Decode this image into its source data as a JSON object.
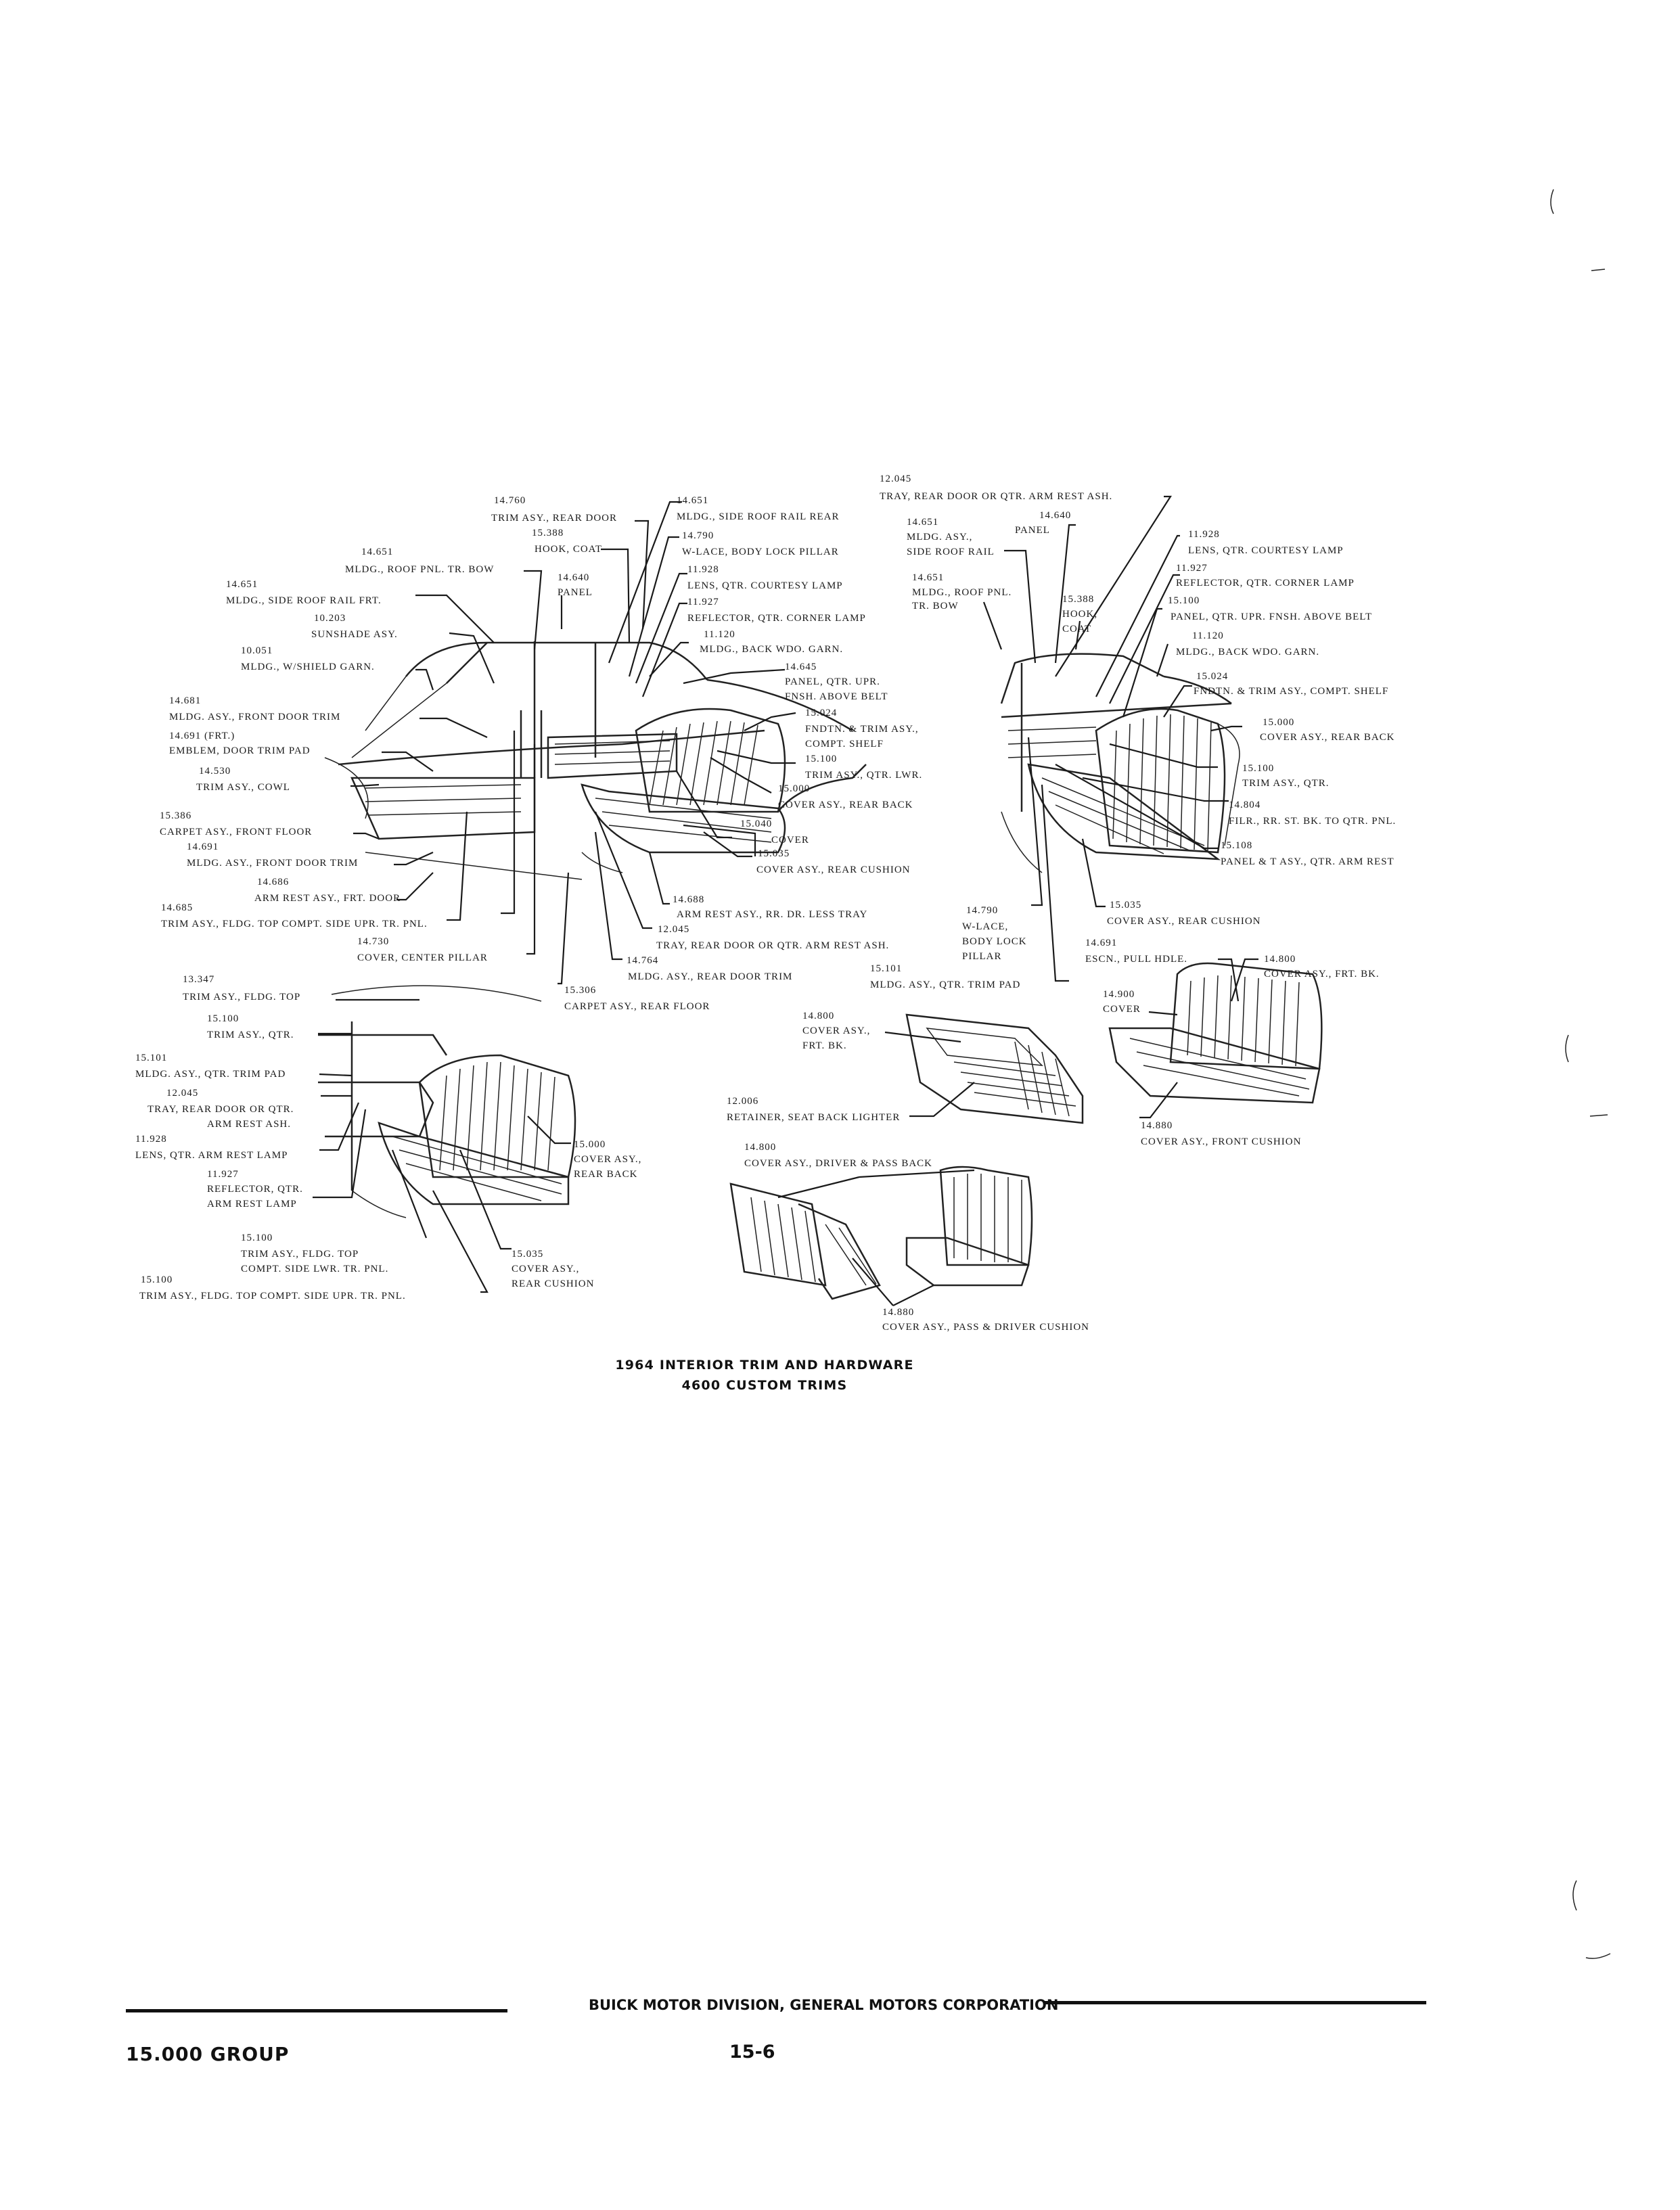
{
  "labels": {
    "p14760": [
      "14.760",
      "TRIM ASY., REAR DOOR"
    ],
    "p14651a": [
      "14.651",
      "MLDG., SIDE ROOF RAIL REAR"
    ],
    "p15388a": [
      "15.388",
      "HOOK, COAT"
    ],
    "p14790a": [
      "14.790",
      "W-LACE, BODY LOCK PILLAR"
    ],
    "p14651b": [
      "14.651",
      "MLDG., ROOF PNL. TR. BOW"
    ],
    "p14640a": [
      "14.640",
      "PANEL"
    ],
    "p11928a": [
      "11.928",
      "LENS, QTR. COURTESY LAMP"
    ],
    "p14651c": [
      "14.651",
      "MLDG., SIDE ROOF RAIL FRT."
    ],
    "p11927a": [
      "11.927",
      "REFLECTOR, QTR. CORNER LAMP"
    ],
    "p10203": [
      "10.203",
      "SUNSHADE ASY."
    ],
    "p11120a": [
      "11.120",
      "MLDG., BACK WDO. GARN."
    ],
    "p10051": [
      "10.051",
      "MLDG., W/SHIELD GARN."
    ],
    "p14645": [
      "14.645",
      "PANEL, QTR. UPR.",
      "FNSH. ABOVE BELT"
    ],
    "p14681": [
      "14.681",
      "MLDG. ASY., FRONT DOOR TRIM"
    ],
    "p15024a": [
      "15.024",
      "FNDTN. & TRIM ASY.,",
      "COMPT. SHELF"
    ],
    "p14691frt": [
      "14.691 (FRT.)",
      "EMBLEM, DOOR TRIM PAD"
    ],
    "p15100a": [
      "15.100",
      "TRIM ASY., QTR. LWR."
    ],
    "p14530": [
      "14.530",
      "TRIM ASY., COWL"
    ],
    "p15000a": [
      "15.000",
      "COVER ASY., REAR BACK"
    ],
    "p15386": [
      "15.386",
      "CARPET ASY., FRONT FLOOR"
    ],
    "p15040": [
      "15.040",
      "COVER"
    ],
    "p14691a": [
      "14.691",
      "MLDG. ASY., FRONT DOOR TRIM"
    ],
    "p15035a": [
      "15.035",
      "COVER ASY., REAR CUSHION"
    ],
    "p14686a": [
      "14.686",
      "ARM REST ASY., FRT. DOOR"
    ],
    "p14688": [
      "14.688",
      "ARM REST ASY., RR. DR. LESS TRAY"
    ],
    "p14685": [
      "14.685",
      "TRIM ASY., FLDG. TOP COMPT. SIDE UPR. TR. PNL."
    ],
    "p12045a": [
      "12.045",
      "TRAY, REAR DOOR OR QTR. ARM REST ASH."
    ],
    "p14730": [
      "14.730",
      "COVER, CENTER PILLAR"
    ],
    "p14764": [
      "14.764",
      "MLDG. ASY., REAR DOOR TRIM"
    ],
    "p15306": [
      "15.306",
      "CARPET ASY., REAR FLOOR"
    ],
    "p12045b": [
      "12.045",
      "TRAY, REAR DOOR OR QTR. ARM REST ASH."
    ],
    "p14651d": [
      "14.651",
      "MLDG. ASY.,",
      "SIDE ROOF RAIL"
    ],
    "p14640b": [
      "14.640",
      "PANEL"
    ],
    "p11928b": [
      "11.928",
      "LENS, QTR. COURTESY LAMP"
    ],
    "p11927b": [
      "11.927",
      "REFLECTOR, QTR. CORNER LAMP"
    ],
    "p14651e": [
      "14.651",
      "MLDG., ROOF PNL.",
      "TR. BOW"
    ],
    "p15388b": [
      "15.388",
      "HOOK,",
      "COAT"
    ],
    "p15100b": [
      "15.100",
      "PANEL, QTR. UPR. FNSH. ABOVE BELT"
    ],
    "p11120b": [
      "11.120",
      "MLDG., BACK WDO. GARN."
    ],
    "p15024b": [
      "15.024",
      "FNDTN. & TRIM ASY., COMPT. SHELF"
    ],
    "p15000b": [
      "15.000",
      "COVER ASY., REAR BACK"
    ],
    "p15100c": [
      "15.100",
      "TRIM ASY., QTR."
    ],
    "p14804": [
      "14.804",
      "FILR., RR. ST. BK. TO QTR. PNL."
    ],
    "p15108": [
      "15.108",
      "PANEL & T ASY., QTR. ARM REST"
    ],
    "p14790b": [
      "14.790",
      "W-LACE,",
      "BODY LOCK",
      "PILLAR"
    ],
    "p15035b": [
      "15.035",
      "COVER ASY., REAR CUSHION"
    ],
    "p14691b": [
      "14.691",
      "ESCN., PULL HDLE."
    ],
    "p14800a": [
      "14.800",
      "COVER ASY., FRT. BK."
    ],
    "p15101a": [
      "15.101",
      "MLDG. ASY., QTR. TRIM PAD"
    ],
    "p14900": [
      "14.900",
      "COVER"
    ],
    "p13347": [
      "13.347",
      "TRIM ASY., FLDG. TOP"
    ],
    "p15100d": [
      "15.100",
      "TRIM ASY., QTR."
    ],
    "p14800b": [
      "14.800",
      "COVER ASY.,",
      "FRT. BK."
    ],
    "p15101b": [
      "15.101",
      "MLDG. ASY., QTR. TRIM PAD"
    ],
    "p12045c": [
      "12.045",
      "TRAY, REAR DOOR OR QTR.",
      "ARM REST ASH."
    ],
    "p15000c": [
      "15.000",
      "COVER ASY.,",
      "REAR BACK"
    ],
    "p11928c": [
      "11.928",
      "LENS, QTR. ARM REST LAMP"
    ],
    "p11927c": [
      "11.927",
      "REFLECTOR, QTR.",
      "ARM REST LAMP"
    ],
    "p12006": [
      "12.006",
      "RETAINER, SEAT BACK LIGHTER"
    ],
    "p14880a": [
      "14.880",
      "COVER ASY., FRONT CUSHION"
    ],
    "p14800c": [
      "14.800",
      "COVER ASY., DRIVER & PASS BACK"
    ],
    "p15100e": [
      "15.100",
      "TRIM ASY., FLDG. TOP",
      "COMPT. SIDE LWR. TR. PNL."
    ],
    "p15035c": [
      "15.035",
      "COVER ASY.,",
      "REAR CUSHION"
    ],
    "p15100f": [
      "15.100",
      "TRIM ASY., FLDG. TOP COMPT. SIDE UPR. TR. PNL."
    ],
    "p14880b": [
      "14.880",
      "COVER ASY., PASS & DRIVER CUSHION"
    ]
  },
  "caption": {
    "line1": "1964 INTERIOR TRIM AND HARDWARE",
    "line2": "4600 CUSTOM TRIMS"
  },
  "footer": {
    "publisher": "BUICK MOTOR DIVISION, GENERAL MOTORS CORPORATION",
    "group": "15.000 GROUP",
    "page_number": "15-6"
  }
}
